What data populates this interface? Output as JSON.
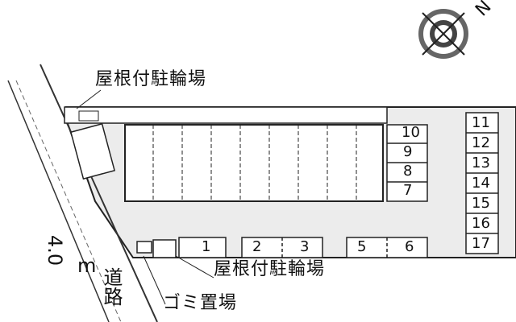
{
  "labels": {
    "bike_parking_top": "屋根付駐輪場",
    "bike_parking_bottom": "屋根付駐輪場",
    "trash": "ゴミ置場",
    "road_width": "4.0",
    "road_unit": "m",
    "road_text": "道路",
    "compass_n": "N"
  },
  "parking": {
    "right_column": [
      "11",
      "12",
      "13",
      "14",
      "15",
      "16",
      "17"
    ],
    "building_side": [
      "10",
      "9",
      "8",
      "7"
    ],
    "bottom_row": [
      "1",
      "2",
      "3",
      "5",
      "6"
    ]
  },
  "colors": {
    "lot": "#ececec",
    "road": "#ffffff",
    "lines": "#222222"
  }
}
